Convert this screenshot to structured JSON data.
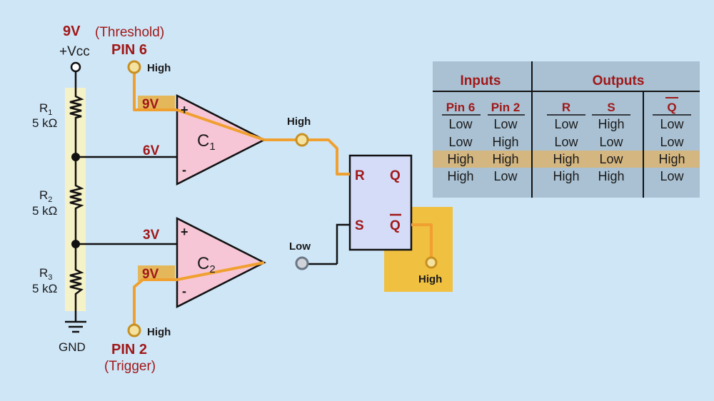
{
  "labels": {
    "vcc_value": "9V",
    "vcc_name": "+Vcc",
    "threshold": "(Threshold)",
    "pin6": "PIN 6",
    "pin6_state": "High",
    "pin2": "PIN 2",
    "trigger": "(Trigger)",
    "pin2_state": "High",
    "gnd": "GND",
    "r1": "R",
    "r1_sub": "1",
    "r1_val": "5 kΩ",
    "r2": "R",
    "r2_sub": "2",
    "r2_val": "5 kΩ",
    "r3": "R",
    "r3_sub": "3",
    "r3_val": "5 kΩ",
    "c1": "C",
    "c1_sub": "1",
    "c2": "C",
    "c2_sub": "2",
    "c1_plus_v": "9V",
    "c1_minus_v": "6V",
    "c2_plus_v": "3V",
    "c2_minus_v": "9V",
    "plus": "+",
    "minus": "-",
    "c1_out_state": "High",
    "c2_out_state": "Low",
    "ff_r": "R",
    "ff_s": "S",
    "ff_q": "Q",
    "ff_qbar": "Q",
    "qbar_out_state": "High"
  },
  "table": {
    "group_inputs": "Inputs",
    "group_outputs": "Outputs",
    "headers": [
      "Pin 6",
      "Pin 2",
      "R",
      "S",
      "Q"
    ],
    "rows": [
      [
        "Low",
        "Low",
        "Low",
        "High",
        "Low"
      ],
      [
        "Low",
        "High",
        "Low",
        "Low",
        "Low"
      ],
      [
        "High",
        "High",
        "High",
        "Low",
        "High"
      ],
      [
        "High",
        "Low",
        "High",
        "High",
        "Low"
      ]
    ],
    "highlight_row": 2
  },
  "colors": {
    "background": "#cfe6f7",
    "signal": "#f0a030",
    "label_red": "#a01818",
    "comparator_fill": "#f7c6d6",
    "flipflop_fill": "#d4dcf8",
    "output_box": "#f0c040",
    "table_bg": "#a9c1d3",
    "table_highlight": "#d4b680"
  }
}
